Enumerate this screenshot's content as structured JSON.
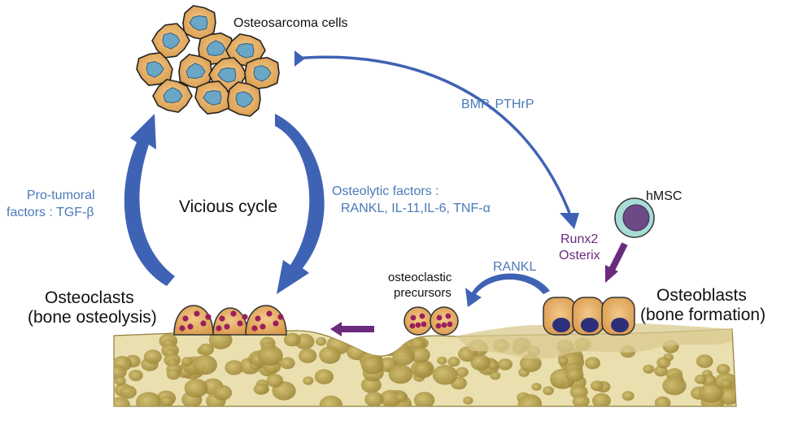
{
  "labels": {
    "osteosarcoma": "Osteosarcoma cells",
    "bmp": "BMP, PTHrP",
    "hmsc": "hMSC",
    "protumoral_1": "Pro-tumoral",
    "protumoral_2": "factors : TGF-β",
    "vicious": "Vicious cycle",
    "osteolytic_1": "Osteolytic factors :",
    "osteolytic_2": "RANKL, IL-11,IL-6, TNF-α",
    "runx2": "Runx2",
    "osterix": "Osterix",
    "rankl": "RANKL",
    "precursors_1": "osteoclastic",
    "precursors_2": "precursors",
    "osteoclasts_1": "Osteoclasts",
    "osteoclasts_2": "(bone osteolysis)",
    "osteoblasts_1": "Osteoblasts",
    "osteoblasts_2": "(bone formation)"
  },
  "colors": {
    "blue_text": "#4a7ab8",
    "arrow_blue": "#3f63b4",
    "purple": "#6a2b7e",
    "bone": "#eadfae",
    "bone_spot": "#b9a356",
    "cell_fill": "#e8b46c",
    "nucleus": "#6aa6c6",
    "osteoblast_nucleus": "#2d2f7a",
    "osteoclast_granule": "#9a1f5c",
    "hmsc_ring": "#7fc7c0",
    "hmsc_core": "#6b4a86"
  }
}
